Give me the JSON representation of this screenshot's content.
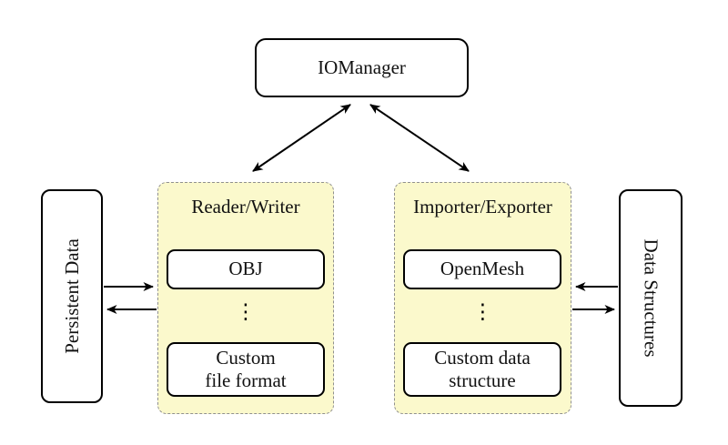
{
  "nodes": {
    "iomanager": {
      "label": "IOManager"
    },
    "persistent_data": {
      "label": "Persistent Data"
    },
    "data_structures": {
      "label": "Data Structures"
    },
    "reader_writer": {
      "title": "Reader/Writer",
      "ellipsis": "⋮",
      "items": [
        {
          "label": "OBJ"
        },
        {
          "label_line1": "Custom",
          "label_line2": "file format"
        }
      ]
    },
    "importer_exporter": {
      "title": "Importer/Exporter",
      "ellipsis": "⋮",
      "items": [
        {
          "label": "OpenMesh"
        },
        {
          "label_line1": "Custom data",
          "label_line2": "structure"
        }
      ]
    }
  },
  "edges": [
    {
      "from": "IOManager",
      "to": "Reader/Writer",
      "type": "bidirectional"
    },
    {
      "from": "IOManager",
      "to": "Importer/Exporter",
      "type": "bidirectional"
    },
    {
      "from": "Persistent Data",
      "to": "Reader/Writer",
      "type": "one-way"
    },
    {
      "from": "Reader/Writer",
      "to": "Persistent Data",
      "type": "one-way"
    },
    {
      "from": "Data Structures",
      "to": "Importer/Exporter",
      "type": "one-way"
    },
    {
      "from": "Importer/Exporter",
      "to": "Data Structures",
      "type": "one-way"
    }
  ],
  "colors": {
    "group_fill": "#fbf9cc",
    "group_border": "#909090",
    "box_border": "#000000",
    "box_fill": "#ffffff",
    "arrow": "#000000",
    "background": "#ffffff"
  }
}
